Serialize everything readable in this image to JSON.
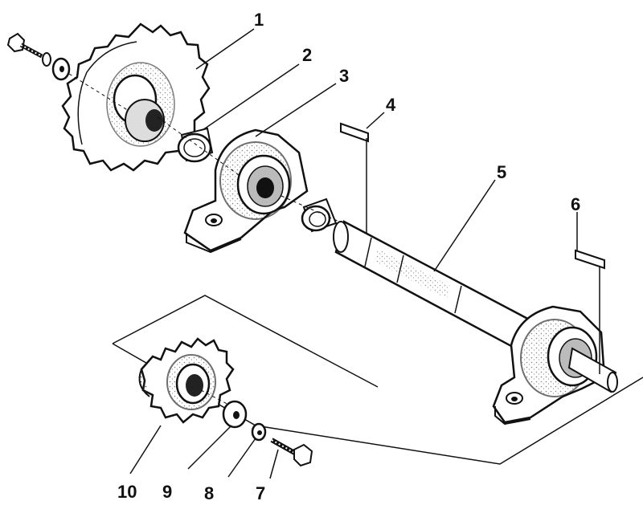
{
  "diagram": {
    "type": "exploded-parts-view",
    "callouts": [
      {
        "number": "1",
        "part": "large-sprocket"
      },
      {
        "number": "2",
        "part": "spacer-sleeve"
      },
      {
        "number": "3",
        "part": "pillow-block-bearing"
      },
      {
        "number": "4",
        "part": "key"
      },
      {
        "number": "5",
        "part": "shaft"
      },
      {
        "number": "6",
        "part": "key"
      },
      {
        "number": "7",
        "part": "bolt"
      },
      {
        "number": "8",
        "part": "lock-washer"
      },
      {
        "number": "9",
        "part": "flat-washer"
      },
      {
        "number": "10",
        "part": "small-sprocket"
      }
    ]
  },
  "colors": {
    "ink": "#111111",
    "paper": "#ffffff",
    "shade": "#555555"
  }
}
